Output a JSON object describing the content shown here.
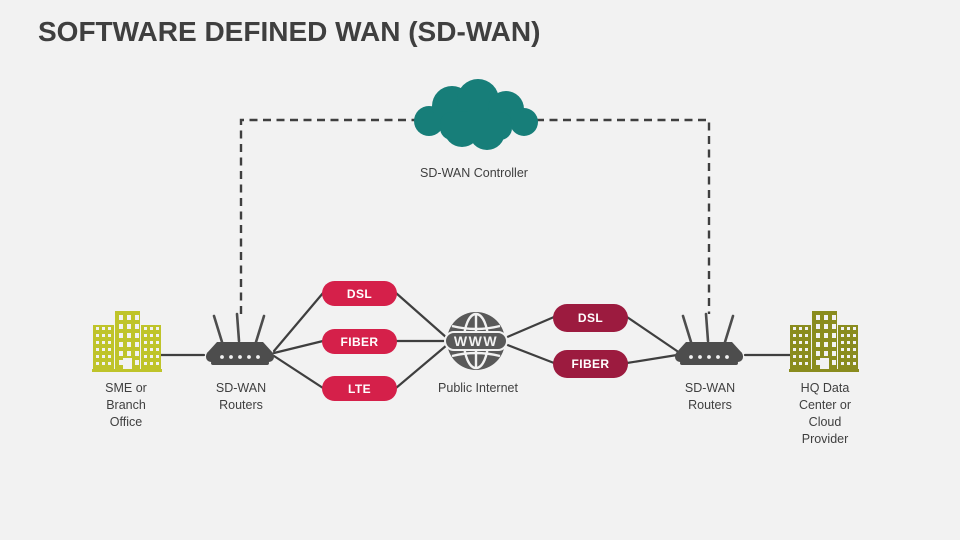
{
  "slide": {
    "title": "SOFTWARE DEFINED WAN (SD-WAN)"
  },
  "nodes": {
    "controller": {
      "label": "SD-WAN Controller",
      "icon": "cloud-icon"
    },
    "branch_office": {
      "label": "SME or\nBranch\nOffice",
      "icon": "building-icon"
    },
    "left_routers": {
      "label": "SD-WAN\nRouters",
      "icon": "router-icon"
    },
    "public_internet": {
      "label": "Public Internet",
      "icon": "globe-icon",
      "globe_text": "WWW"
    },
    "right_routers": {
      "label": "SD-WAN\nRouters",
      "icon": "router-icon"
    },
    "hq_data_center": {
      "label": "HQ Data\nCenter or\nCloud\nProvider",
      "icon": "building-icon"
    }
  },
  "links": {
    "left": {
      "labels": [
        "DSL",
        "FIBER",
        "LTE"
      ]
    },
    "right": {
      "labels": [
        "DSL",
        "FIBER"
      ]
    }
  },
  "colors": {
    "background": "#F2F2F2",
    "title_text": "#3F3F3F",
    "cloud_teal": "#177E79",
    "pill_crimson": "#D5204A",
    "pill_maroon": "#9C1B3F",
    "building_yellow_green": "#BFC42A",
    "building_olive": "#8A8C1E",
    "device_gray": "#4D4D4D",
    "globe_gray": "#595959",
    "line_gray": "#3F3F3F"
  }
}
